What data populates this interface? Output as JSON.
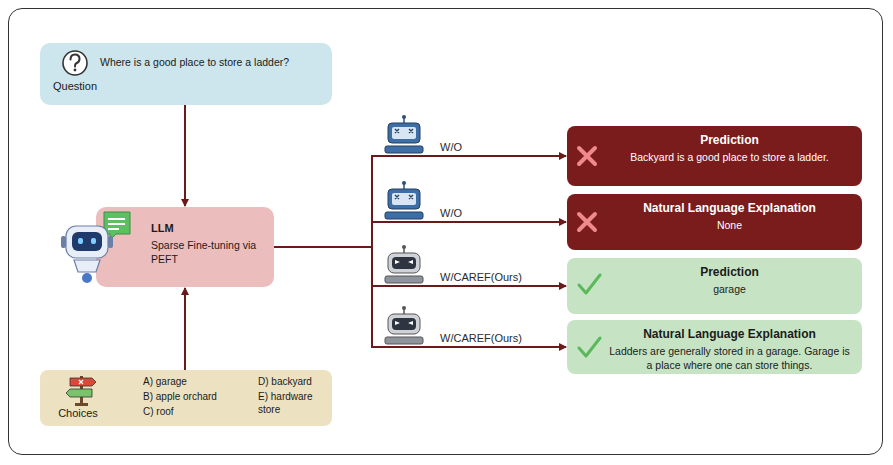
{
  "diagram": {
    "nodes": [
      {
        "text": [
          "Question",
          "Where is a good place to store a ladder?"
        ]
      },
      {
        "text": [
          "LLM",
          "Sparse Fine-tuning via PEFT"
        ]
      },
      {
        "text": [
          "Choices",
          "A) garage",
          "B) apple orchard",
          "C) roof",
          "D) backyard",
          "E) hardware store"
        ]
      },
      {
        "text": [
          "Prediction",
          "Backyard is a good place to store a ladder."
        ]
      },
      {
        "text": [
          "Natural Language Explanation",
          "None"
        ]
      },
      {
        "text": [
          "Prediction",
          "garage"
        ]
      },
      {
        "text": [
          "Natural Language Explanation",
          "Ladders are generally stored in a garage. Garage is a place where one can store things."
        ]
      }
    ],
    "edges": [
      {
        "from": 0,
        "to": 1,
        "arrow": "to"
      },
      {
        "from": 2,
        "to": 1,
        "arrow": "to"
      },
      {
        "from": 1,
        "to": 3,
        "label": "W/O",
        "arrow": "to"
      },
      {
        "from": 1,
        "to": 4,
        "label": "W/O",
        "arrow": "to"
      },
      {
        "from": 1,
        "to": 5,
        "label": "W/CAREF(Ours)",
        "arrow": "to"
      },
      {
        "from": 1,
        "to": 6,
        "label": "W/CAREF(Ours)",
        "arrow": "to"
      }
    ]
  }
}
